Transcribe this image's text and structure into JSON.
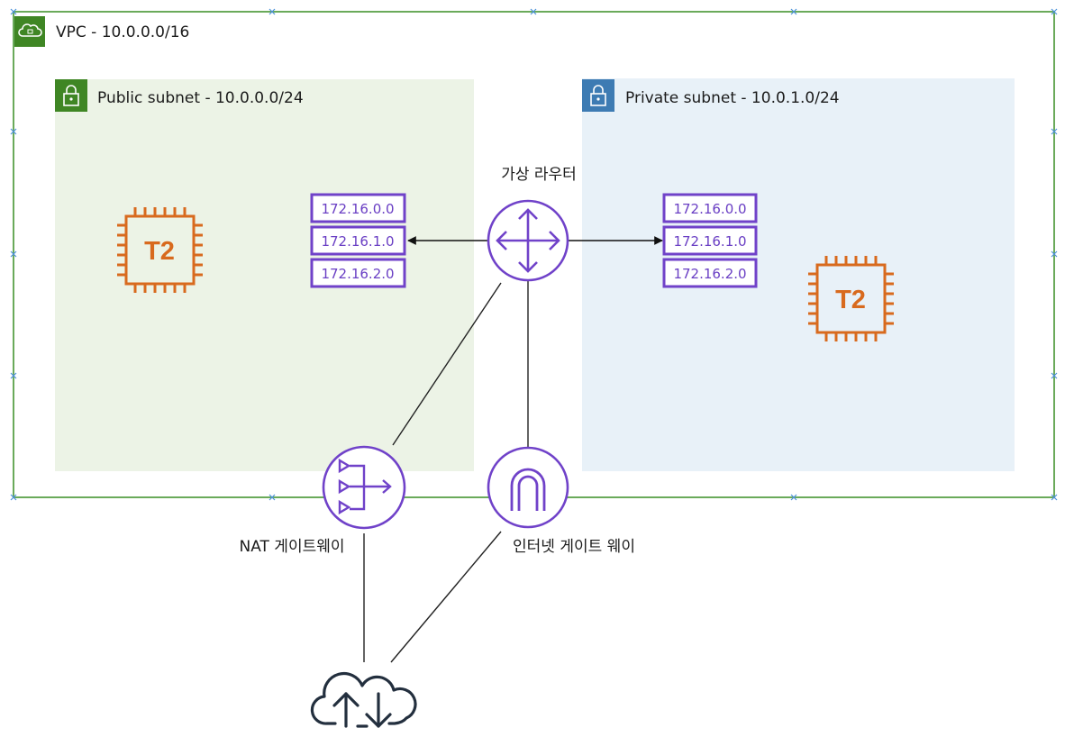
{
  "vpc": {
    "label": "VPC - 10.0.0.0/16",
    "color": "#6aaa5a"
  },
  "public_subnet": {
    "label": "Public subnet - 10.0.0.0/24",
    "color": "#3f8624",
    "fill": "#ecf3e6"
  },
  "private_subnet": {
    "label": "Private subnet - 10.0.1.0/24",
    "color": "#3d7bb3",
    "fill": "#e8f1f8"
  },
  "router": {
    "label": "가상 라우터",
    "color": "#7042c9"
  },
  "route_table_left": {
    "rows": [
      "172.16.0.0",
      "172.16.1.0",
      "172.16.2.0"
    ]
  },
  "route_table_right": {
    "rows": [
      "172.16.0.0",
      "172.16.1.0",
      "172.16.2.0"
    ]
  },
  "instance_left": {
    "label": "T2",
    "color": "#d86a1e"
  },
  "instance_right": {
    "label": "T2",
    "color": "#d86a1e"
  },
  "nat_gateway": {
    "label": "NAT 게이트웨이"
  },
  "internet_gateway": {
    "label": "인터넷 게이트 웨이"
  },
  "internet": {
    "icon": "cloud-upload-download-icon",
    "color": "#232f3e"
  }
}
